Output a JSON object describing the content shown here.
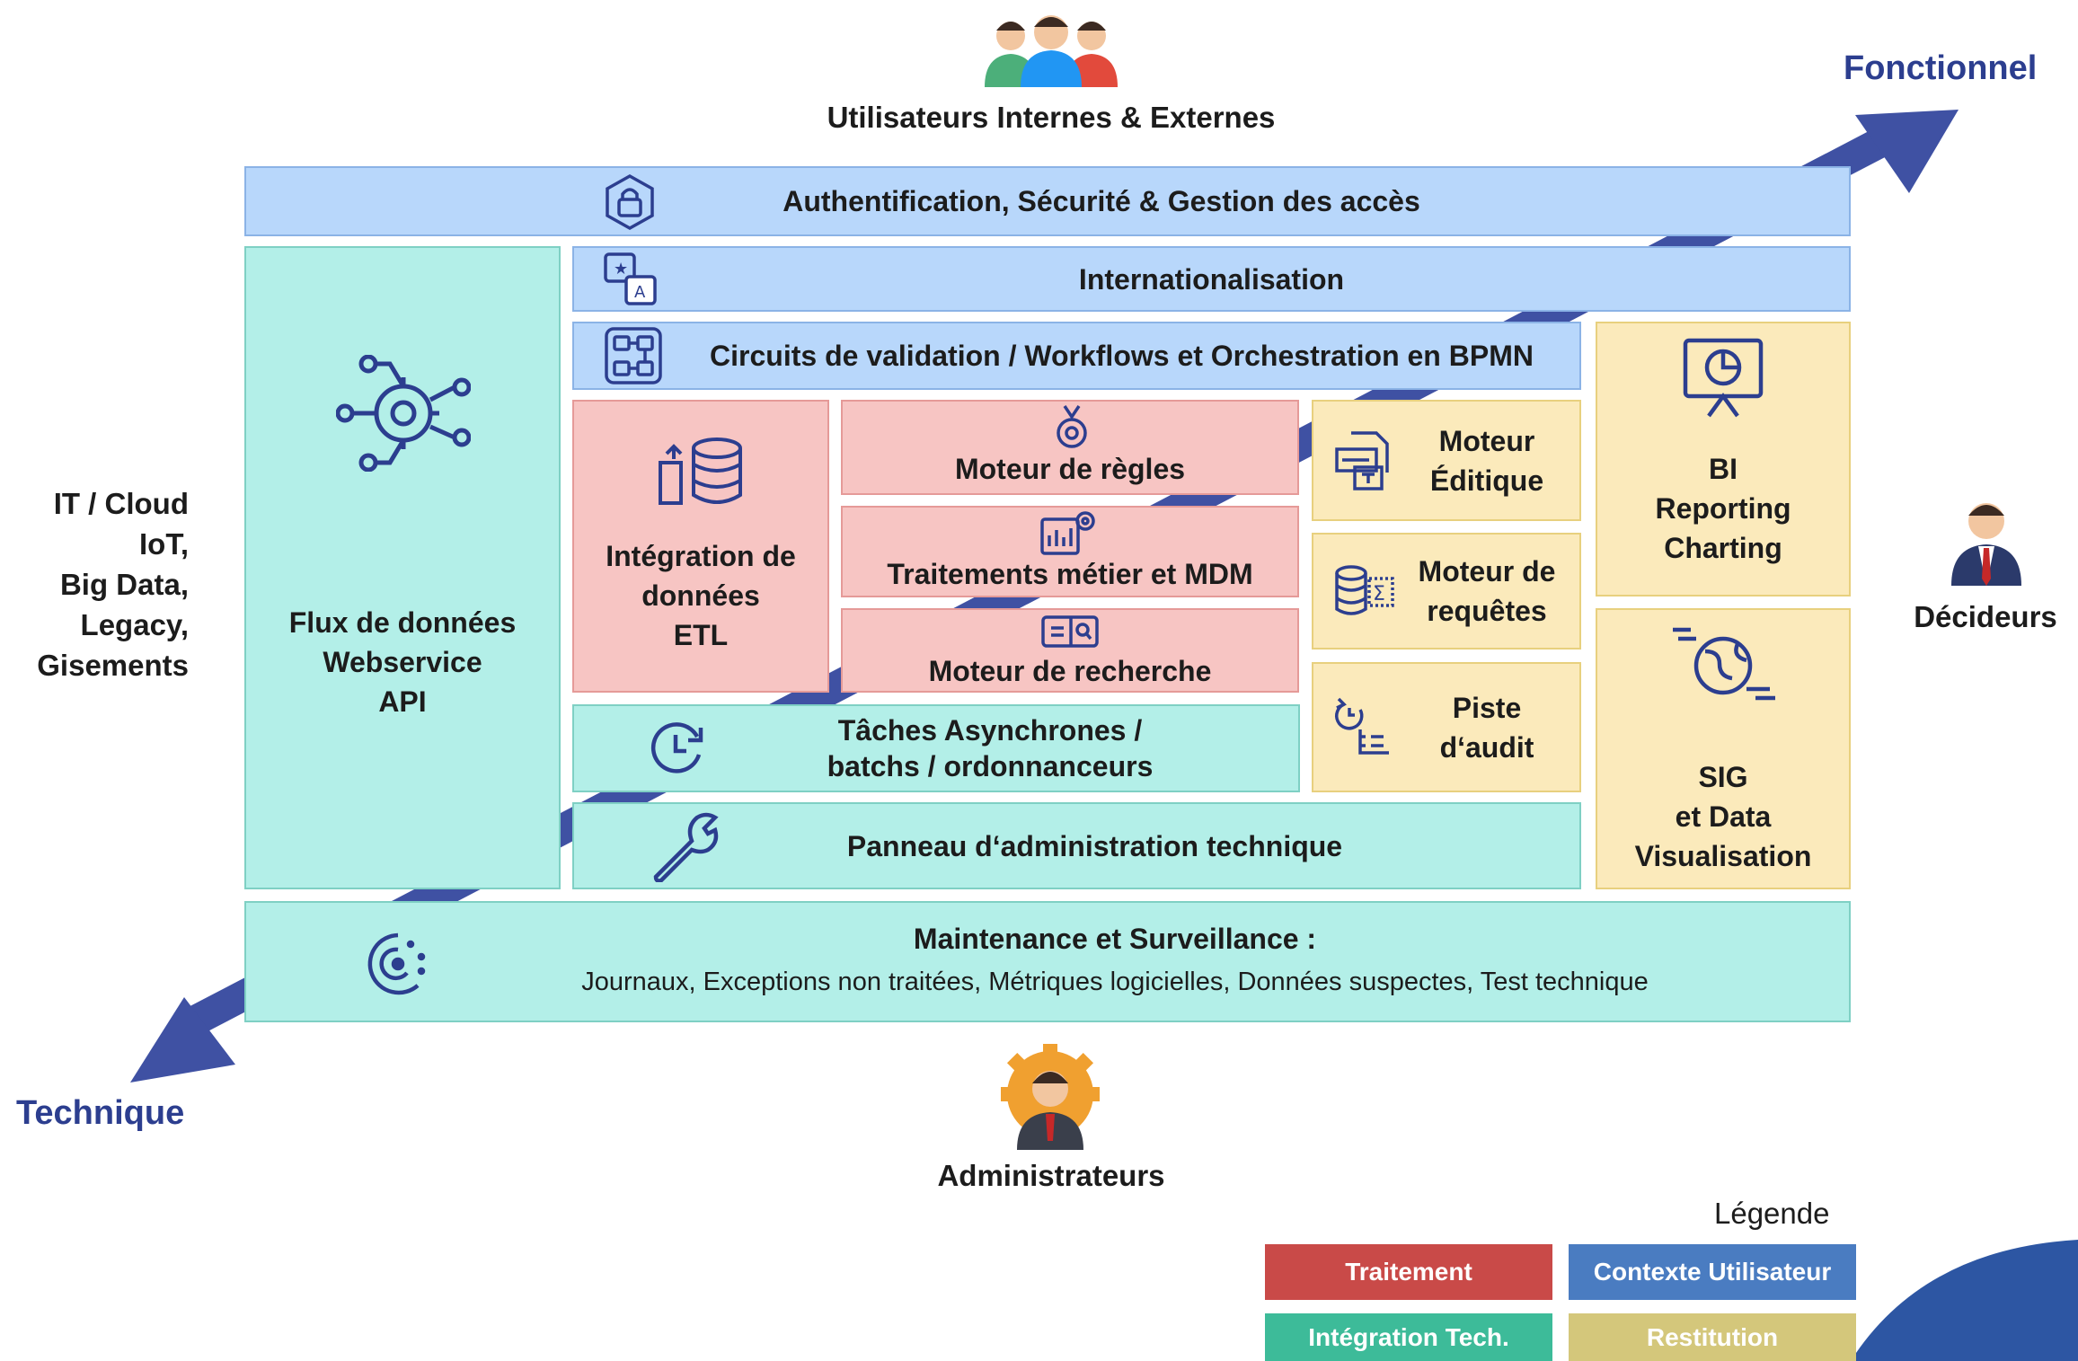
{
  "colors": {
    "axis": "#2c3e8f",
    "blue": "#b8d7fb",
    "teal": "#b3efe8",
    "red": "#f7c5c3",
    "yellow": "#fbeabb",
    "legend_traitement": "#c94a48",
    "legend_contexte": "#4a7cc1",
    "legend_integration": "#3dbb99",
    "legend_restitution": "#d4c77b"
  },
  "actors": {
    "top": "Utilisateurs Internes & Externes",
    "right": "Décideurs",
    "bottom": "Administrateurs"
  },
  "axes": {
    "functional": "Fonctionnel",
    "technical": "Technique"
  },
  "sources": [
    "IT / Cloud",
    "IoT,",
    "Big Data,",
    "Legacy,",
    "Gisements"
  ],
  "blocks": {
    "auth": "Authentification, Sécurité & Gestion des accès",
    "i18n": "Internationalisation",
    "workflow": "Circuits de validation / Workflows et Orchestration en BPMN",
    "flux": [
      "Flux de données",
      "Webservice",
      "API"
    ],
    "etl": [
      "Intégration de",
      "données",
      "ETL"
    ],
    "rules": "Moteur de règles",
    "mdm": "Traitements métier et MDM",
    "search": "Moteur de recherche",
    "editique": [
      "Moteur",
      "Éditique"
    ],
    "queries": [
      "Moteur de",
      "requêtes"
    ],
    "audit": [
      "Piste",
      "d‘audit"
    ],
    "bi": [
      "BI",
      "Reporting",
      "Charting"
    ],
    "sig": [
      "SIG",
      "et Data",
      "Visualisation"
    ],
    "async": [
      "Tâches Asynchrones /",
      "batchs / ordonnanceurs"
    ],
    "admin": "Panneau d‘administration technique",
    "maintenance_title": "Maintenance et Surveillance :",
    "maintenance_detail": "Journaux, Exceptions non traitées, Métriques logicielles, Données suspectes, Test technique"
  },
  "legend": {
    "title": "Légende",
    "items": [
      "Traitement",
      "Contexte Utilisateur",
      "Intégration Tech.",
      "Restitution"
    ]
  },
  "icons": [
    "users-icon",
    "lock-gear-icon",
    "translate-icon",
    "workflow-icon",
    "network-gear-icon",
    "database-import-icon",
    "rules-engine-icon",
    "business-chart-icon",
    "search-box-icon",
    "document-print-icon",
    "database-sum-icon",
    "history-list-icon",
    "presentation-chart-icon",
    "globe-map-icon",
    "clock-icon",
    "wrench-icon",
    "radar-icon",
    "decision-maker-icon",
    "admin-gear-icon"
  ]
}
